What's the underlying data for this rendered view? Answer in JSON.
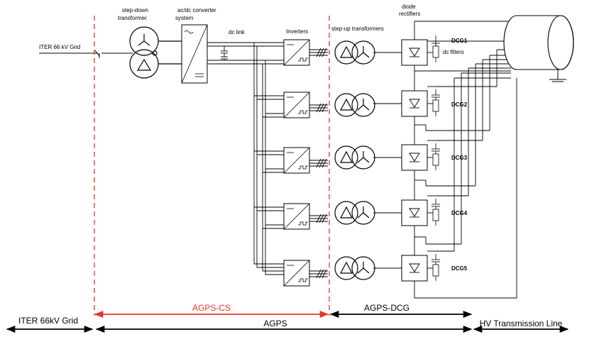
{
  "labels": {
    "grid": "ITER 66 kV Grid",
    "stepdown_line1": "step-down",
    "stepdown_line2": "transformer",
    "acdc_line1": "ac/dc converter",
    "acdc_line2": "system",
    "dclink": "dc link",
    "inverters": "Inverters",
    "stepup": "step-up transformers",
    "diode_line1": "diode",
    "diode_line2": "rectifiers",
    "dcfilters": "dc filters",
    "dcg": [
      "DCG1",
      "DCG2",
      "DCG3",
      "DCG4",
      "DCG5"
    ]
  },
  "bottom": {
    "agps_cs": "AGPS-CS",
    "agps_dcg": "AGPS-DCG",
    "iter_grid": "ITER 66kV Grid",
    "agps": "AGPS",
    "hv_line": "HV Transmission Line"
  },
  "colors": {
    "line": "#000000",
    "red": "#e8342a"
  }
}
